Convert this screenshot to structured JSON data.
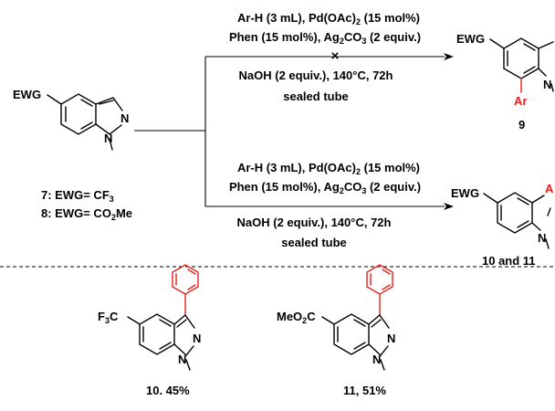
{
  "starting_material": {
    "substituent_label": "EWG",
    "n1_label": "N",
    "n2_label": "N",
    "legend": {
      "line1": {
        "prefix": "7: EWG= CF",
        "sub": "3",
        "suffix": ""
      },
      "line2": {
        "prefix": "8: EWG= CO",
        "sub": "2",
        "suffix": "Me"
      }
    }
  },
  "reaction_top": {
    "line1": {
      "a": "Ar-H (3 mL), Pd(OAc)",
      "sub": "2",
      "b": " (15 mol%)"
    },
    "line2": {
      "a": "Phen (15 mol%), Ag",
      "sub": "2",
      "b": "CO",
      "sub2": "3",
      "c": " (2 equiv.)"
    },
    "line3": "NaOH (2 equiv.), 140°C, 72h",
    "line4": "sealed tube",
    "failed_mark": "×"
  },
  "reaction_bottom": {
    "line1": {
      "a": "Ar-H (3 mL), Pd(OAc)",
      "sub": "2",
      "b": " (15 mol%)"
    },
    "line2": {
      "a": "Phen (15 mol%), Ag",
      "sub": "2",
      "b": "CO",
      "sub2": "3",
      "c": " (2 equiv.)"
    },
    "line3": "NaOH (2 equiv.), 140°C, 72h",
    "line4": "sealed tube"
  },
  "product_top": {
    "substituent_label": "EWG",
    "n_label": "N",
    "ar_label": "Ar",
    "compound_label": "9"
  },
  "product_bottom": {
    "substituent_label": "EWG",
    "n_label": "N",
    "ar_label_partial": "A",
    "compound_label": "10 and 11"
  },
  "example_10": {
    "substituent": {
      "a": "F",
      "sub": "3",
      "b": "C"
    },
    "n1_label": "N",
    "n2_label": "N",
    "caption": "10. 45%"
  },
  "example_11": {
    "substituent": {
      "a": "MeO",
      "sub": "2",
      "b": "C"
    },
    "n1_label": "N",
    "n2_label": "N",
    "caption": "11, 51%"
  },
  "colors": {
    "accent": "#e8201c",
    "ink": "#000000"
  }
}
